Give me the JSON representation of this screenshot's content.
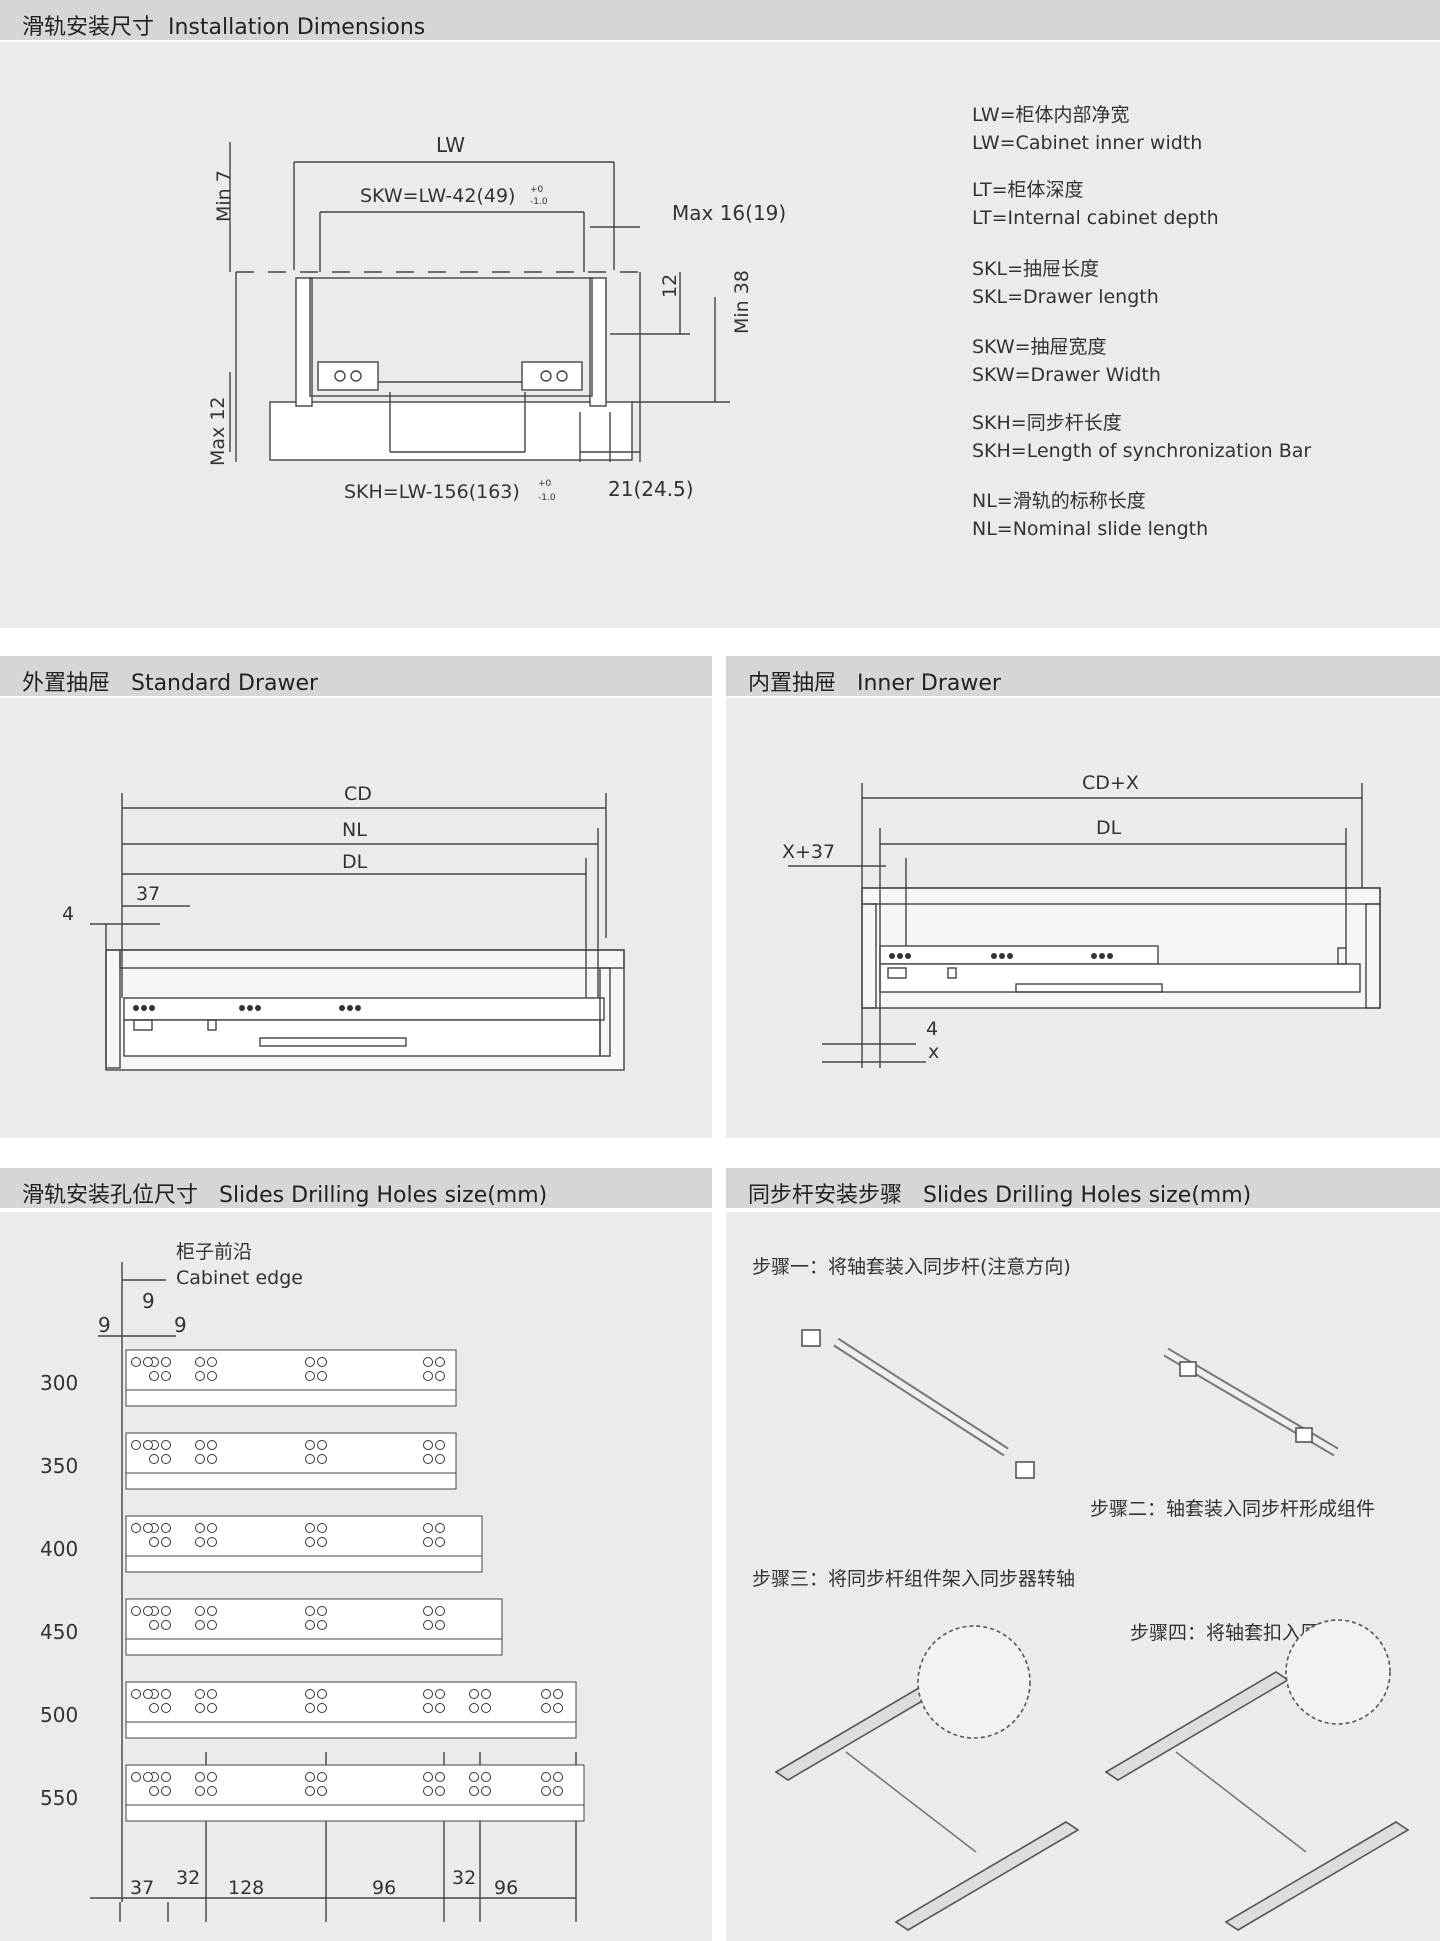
{
  "sections": {
    "install": {
      "title": "滑轨安装尺寸  Installation Dimensions"
    },
    "standard": {
      "title": "外置抽屉   Standard Drawer"
    },
    "inner": {
      "title": "内置抽屉   Inner Drawer"
    },
    "holes": {
      "title": "滑轨安装孔位尺寸   Slides Drilling Holes size(mm)"
    },
    "sync": {
      "title": "同步杆安装步骤   Slides Drilling Holes size(mm)"
    }
  },
  "install": {
    "lw": "LW",
    "skw": "SKW=LW-42(49)",
    "tol_top": "+0",
    "tol_bot": "-1.0",
    "min7": "Min 7",
    "max16": "Max 16(19)",
    "d12": "12",
    "min38": "Min 38",
    "max12": "Max 12",
    "skh": "SKH=LW-156(163)",
    "d21": "21(24.5)"
  },
  "definitions": [
    {
      "cn": "LW=柜体内部净宽",
      "en": "LW=Cabinet inner width"
    },
    {
      "cn": "LT=柜体深度",
      "en": "LT=Internal cabinet depth"
    },
    {
      "cn": "SKL=抽屉长度",
      "en": "SKL=Drawer length"
    },
    {
      "cn": "SKW=抽屉宽度",
      "en": "SKW=Drawer Width"
    },
    {
      "cn": "SKH=同步杆长度",
      "en": "SKH=Length of synchronization Bar"
    },
    {
      "cn": "NL=滑轨的标称长度",
      "en": "NL=Nominal slide length"
    }
  ],
  "standard": {
    "cd": "CD",
    "nl": "NL",
    "dl": "DL",
    "d37": "37",
    "d4": "4"
  },
  "inner": {
    "cdx": "CD+X",
    "dl": "DL",
    "x37": "X+37",
    "d4": "4",
    "x": "x"
  },
  "holes": {
    "edge_cn": "柜子前沿",
    "edge_en": "Cabinet edge",
    "nine_top": "9",
    "nine_left": "9",
    "nine_right": "9",
    "rows": [
      "300",
      "350",
      "400",
      "450",
      "500",
      "550"
    ],
    "bottom_dims": [
      "37",
      "32",
      "128",
      "96",
      "32",
      "96"
    ]
  },
  "sync": {
    "step1": "步骤一：将轴套装入同步杆(注意方向)",
    "step2": "步骤二：轴套装入同步杆形成组件",
    "step3": "步骤三：将同步杆组件架入同步器转轴",
    "step4": "步骤四：将轴套扣入同步器"
  }
}
